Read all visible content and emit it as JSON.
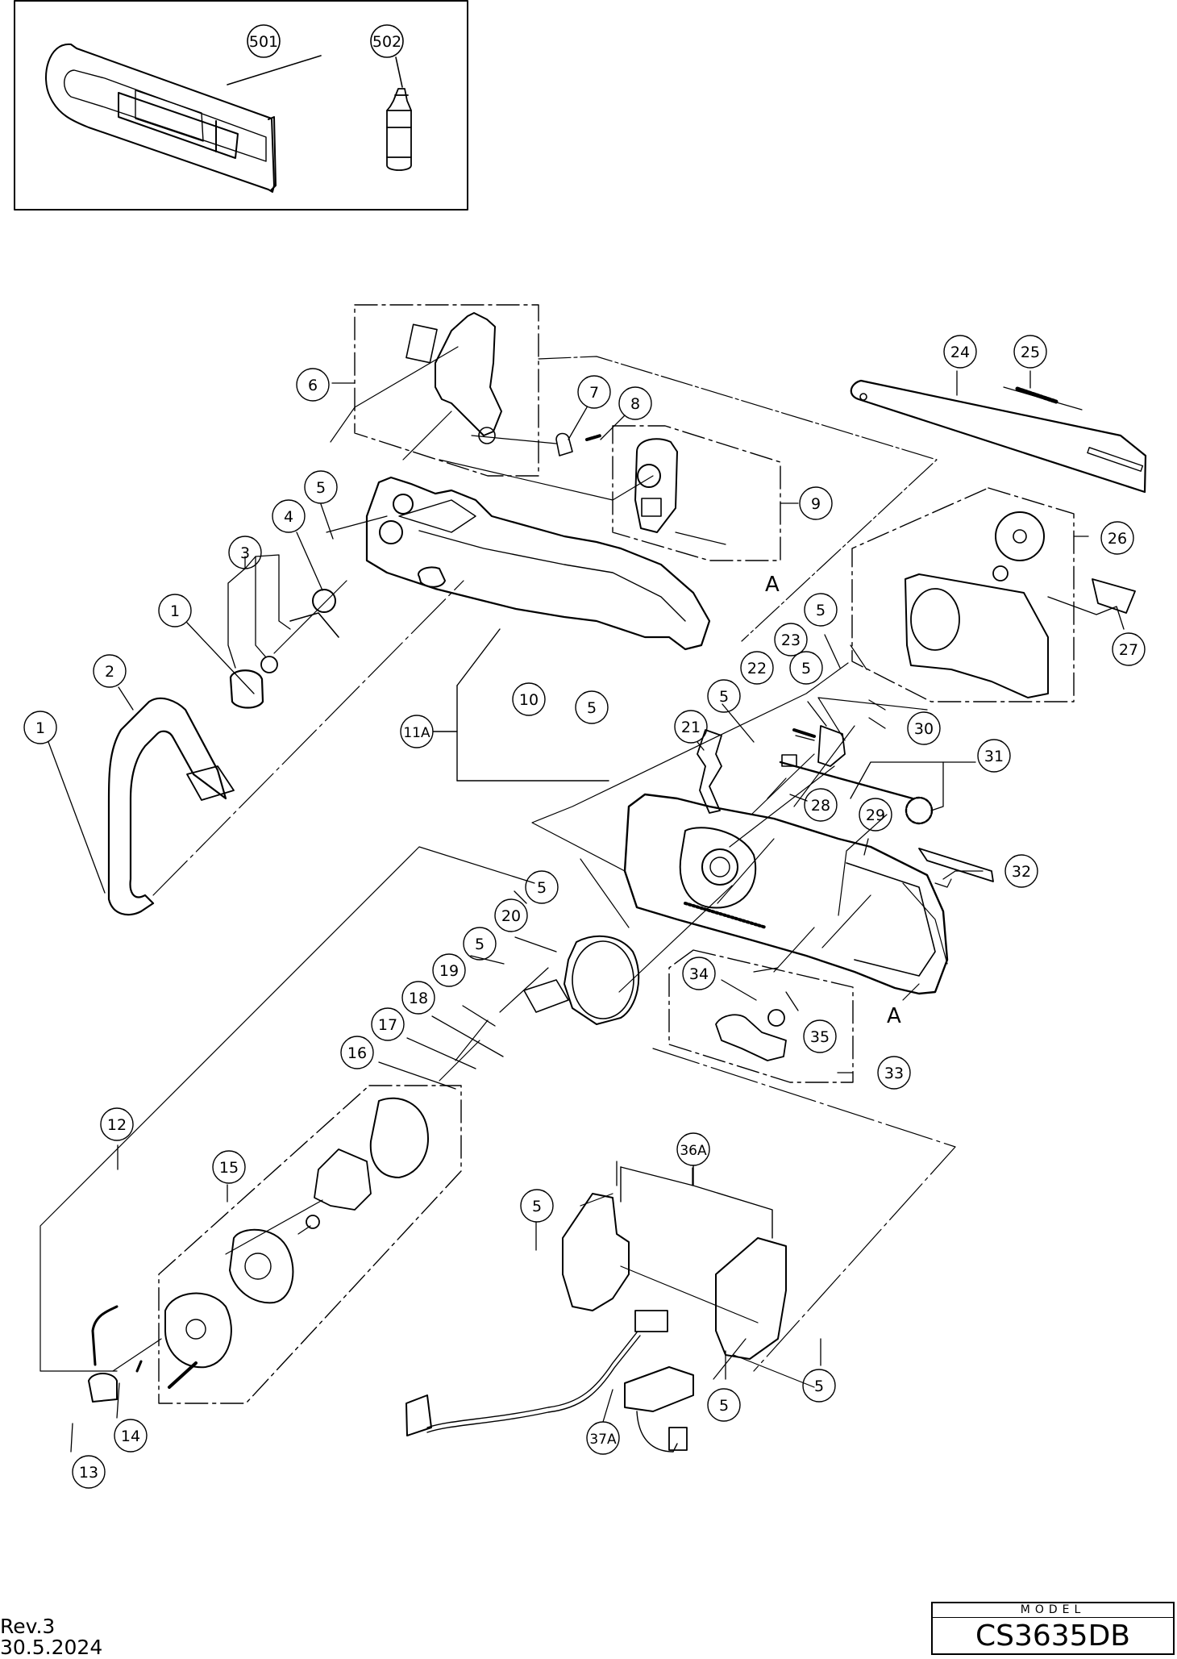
{
  "document": {
    "type": "exploded-parts-diagram",
    "revision": "Rev.3",
    "date": "30.5.2024",
    "model_label": "MODEL",
    "model_number": "CS3635DB"
  },
  "accessories_box": {
    "callouts": [
      {
        "id": "c501",
        "label": "501",
        "part": "guide-bar-cover"
      },
      {
        "id": "c502",
        "label": "502",
        "part": "oil-bottle"
      }
    ]
  },
  "callouts": [
    {
      "id": "c1a",
      "label": "1",
      "part": "screw"
    },
    {
      "id": "c1b",
      "label": "1",
      "part": "screw"
    },
    {
      "id": "c2",
      "label": "2",
      "part": "front-handle"
    },
    {
      "id": "c3",
      "label": "3",
      "part": "oil-cap-assembly"
    },
    {
      "id": "c4",
      "label": "4",
      "part": "o-ring"
    },
    {
      "id": "c5a",
      "label": "5",
      "part": "tapping-screw"
    },
    {
      "id": "c5b",
      "label": "5",
      "part": "tapping-screw"
    },
    {
      "id": "c5c",
      "label": "5",
      "part": "tapping-screw"
    },
    {
      "id": "c5d",
      "label": "5",
      "part": "tapping-screw"
    },
    {
      "id": "c5e",
      "label": "5",
      "part": "tapping-screw"
    },
    {
      "id": "c5f",
      "label": "5",
      "part": "tapping-screw"
    },
    {
      "id": "c5g",
      "label": "5",
      "part": "tapping-screw"
    },
    {
      "id": "c5h",
      "label": "5",
      "part": "tapping-screw"
    },
    {
      "id": "c5i",
      "label": "5",
      "part": "tapping-screw"
    },
    {
      "id": "c5j",
      "label": "5",
      "part": "tapping-screw"
    },
    {
      "id": "c6",
      "label": "6",
      "part": "chain-brake-lever-assembly"
    },
    {
      "id": "c7",
      "label": "7",
      "part": "brake-latch"
    },
    {
      "id": "c8",
      "label": "8",
      "part": "spring"
    },
    {
      "id": "c9",
      "label": "9",
      "part": "oil-tank-assembly"
    },
    {
      "id": "c10",
      "label": "10",
      "part": "label"
    },
    {
      "id": "c11a",
      "label": "11A",
      "part": "housing-set"
    },
    {
      "id": "c12",
      "label": "12",
      "part": "brush-holder-assembly"
    },
    {
      "id": "c13",
      "label": "13",
      "part": "screw"
    },
    {
      "id": "c14",
      "label": "14",
      "part": "spring"
    },
    {
      "id": "c15",
      "label": "15",
      "part": "motor-assembly"
    },
    {
      "id": "c16",
      "label": "16",
      "part": "bearing"
    },
    {
      "id": "c17",
      "label": "17",
      "part": "sprocket"
    },
    {
      "id": "c18",
      "label": "18",
      "part": "retaining-ring"
    },
    {
      "id": "c19",
      "label": "19",
      "part": "oil-pump"
    },
    {
      "id": "c20",
      "label": "20",
      "part": "motor-bracket"
    },
    {
      "id": "c21",
      "label": "21",
      "part": "chain-catcher"
    },
    {
      "id": "c22",
      "label": "22",
      "part": "felt"
    },
    {
      "id": "c23",
      "label": "23",
      "part": "guide-plate"
    },
    {
      "id": "c24",
      "label": "24",
      "part": "guide-bar"
    },
    {
      "id": "c25",
      "label": "25",
      "part": "saw-chain"
    },
    {
      "id": "c26",
      "label": "26",
      "part": "sprocket-cover-assembly"
    },
    {
      "id": "c27",
      "label": "27",
      "part": "label"
    },
    {
      "id": "c28",
      "label": "28",
      "part": "bolt"
    },
    {
      "id": "c29",
      "label": "29",
      "part": "pin"
    },
    {
      "id": "c30",
      "label": "30",
      "part": "screw"
    },
    {
      "id": "c31",
      "label": "31",
      "part": "tension-adjuster-assembly"
    },
    {
      "id": "c32",
      "label": "32",
      "part": "label"
    },
    {
      "id": "c33",
      "label": "33",
      "part": "switch-lock-assembly"
    },
    {
      "id": "c34",
      "label": "34",
      "part": "torsion-spring"
    },
    {
      "id": "c35",
      "label": "35",
      "part": "spring"
    },
    {
      "id": "c36a",
      "label": "36A",
      "part": "switch-holder-set"
    },
    {
      "id": "c37a",
      "label": "37A",
      "part": "controller"
    }
  ],
  "reference_marks": [
    {
      "id": "refA1",
      "label": "A"
    },
    {
      "id": "refA2",
      "label": "A"
    }
  ]
}
